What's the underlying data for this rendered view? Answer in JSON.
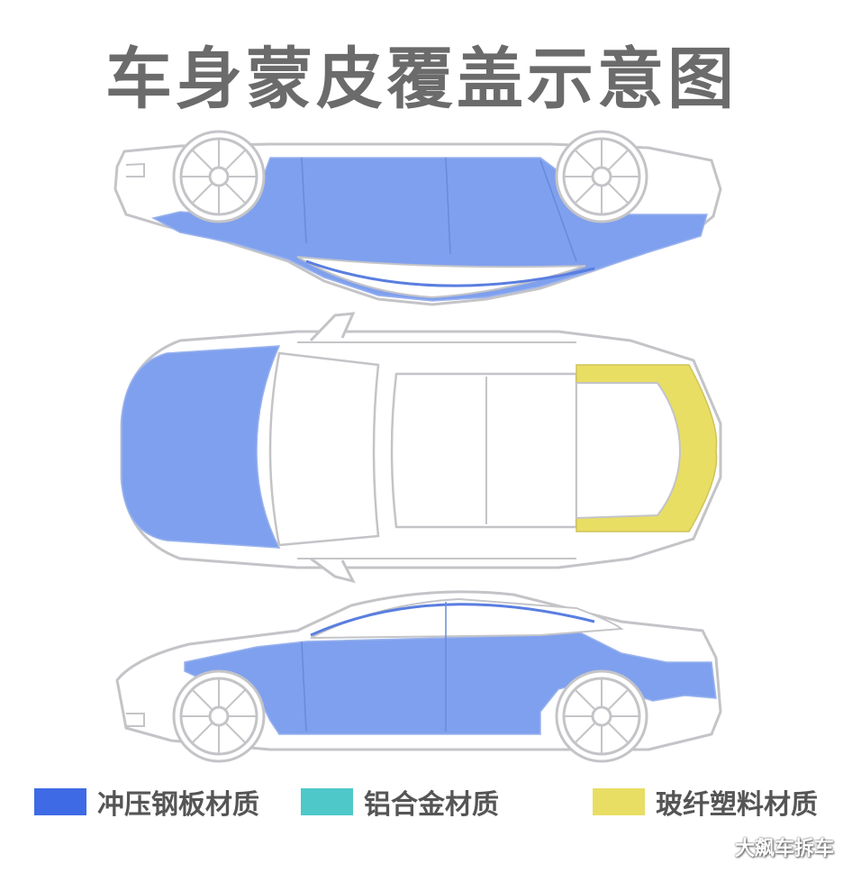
{
  "title": "车身蒙皮覆盖示意图",
  "colors": {
    "steel": "#3f6ae5",
    "steel_fill": "#7fa0ee",
    "aluminum": "#4ec8c9",
    "fiberglass": "#e8de63",
    "outline": "#c4c4c8"
  },
  "legend": [
    {
      "label": "冲压钢板材质",
      "color": "#3f6ae5"
    },
    {
      "label": "铝合金材质",
      "color": "#4ec8c9"
    },
    {
      "label": "玻纤塑料材质",
      "color": "#e8de63"
    }
  ],
  "watermark": "大飙车拆车"
}
